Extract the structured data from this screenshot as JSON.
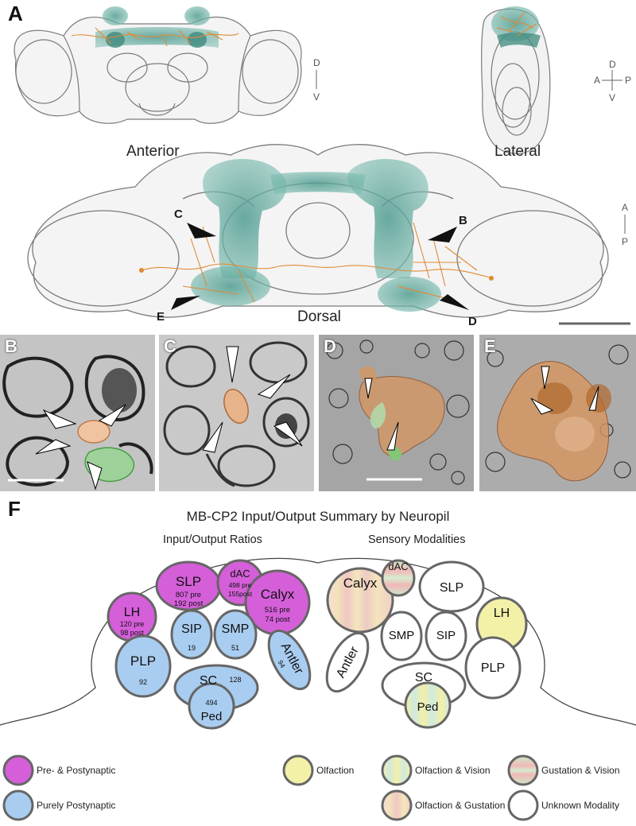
{
  "panel_a": {
    "letter": "A",
    "views": {
      "anterior": "Anterior",
      "lateral": "Lateral",
      "dorsal": "Dorsal"
    },
    "axes": {
      "dv_top": "D",
      "dv_bottom": "V",
      "lat_d": "D",
      "lat_v": "V",
      "lat_a": "A",
      "lat_p": "P",
      "ap_top": "A",
      "ap_bottom": "P"
    },
    "arrow_labels": {
      "b": "B",
      "c": "C",
      "d": "D",
      "e": "E"
    }
  },
  "em_panels": [
    {
      "letter": "B"
    },
    {
      "letter": "C"
    },
    {
      "letter": "D"
    },
    {
      "letter": "E"
    }
  ],
  "panel_f": {
    "letter": "F",
    "title": "MB-CP2 Input/Output Summary by Neuropil",
    "left_heading": "Input/Output Ratios",
    "right_heading": "Sensory Modalities",
    "left_regions": {
      "slp": {
        "name": "SLP",
        "line1": "807 pre",
        "line2": "192 post"
      },
      "dac": {
        "name": "dAC",
        "line1": "498 pre",
        "line2": "155post"
      },
      "calyx": {
        "name": "Calyx",
        "line1": "516 pre",
        "line2": "74 post"
      },
      "lh": {
        "name": "LH",
        "line1": "120 pre",
        "line2": "98 post"
      },
      "sip": {
        "name": "SIP",
        "line1": "19"
      },
      "smp": {
        "name": "SMP",
        "line1": "51"
      },
      "antler": {
        "name": "Antler",
        "line1": "94"
      },
      "plp": {
        "name": "PLP",
        "line1": "92"
      },
      "sc": {
        "name": "SC",
        "line1": "128"
      },
      "ped": {
        "name": "Ped",
        "line1": "494"
      }
    },
    "right_regions": {
      "dac": "dAC",
      "calyx": "Calyx",
      "slp": "SLP",
      "lh": "LH",
      "smp": "SMP",
      "sip": "SIP",
      "antler": "Antler",
      "plp": "PLP",
      "sc": "SC",
      "ped": "Ped"
    },
    "legend": {
      "pre_post": "Pre- & Postynaptic",
      "purely_post": "Purely Postynaptic",
      "olfaction": "Olfaction",
      "olf_vision": "Olfaction & Vision",
      "gust_vision": "Gustation & Vision",
      "olf_gust": "Olfaction & Gustation",
      "unknown": "Unknown Modality"
    },
    "colors": {
      "magenta": "#d55fd9",
      "blue": "#a9cdf0",
      "yellow": "#f3f0a8",
      "outline": "#666666"
    }
  }
}
